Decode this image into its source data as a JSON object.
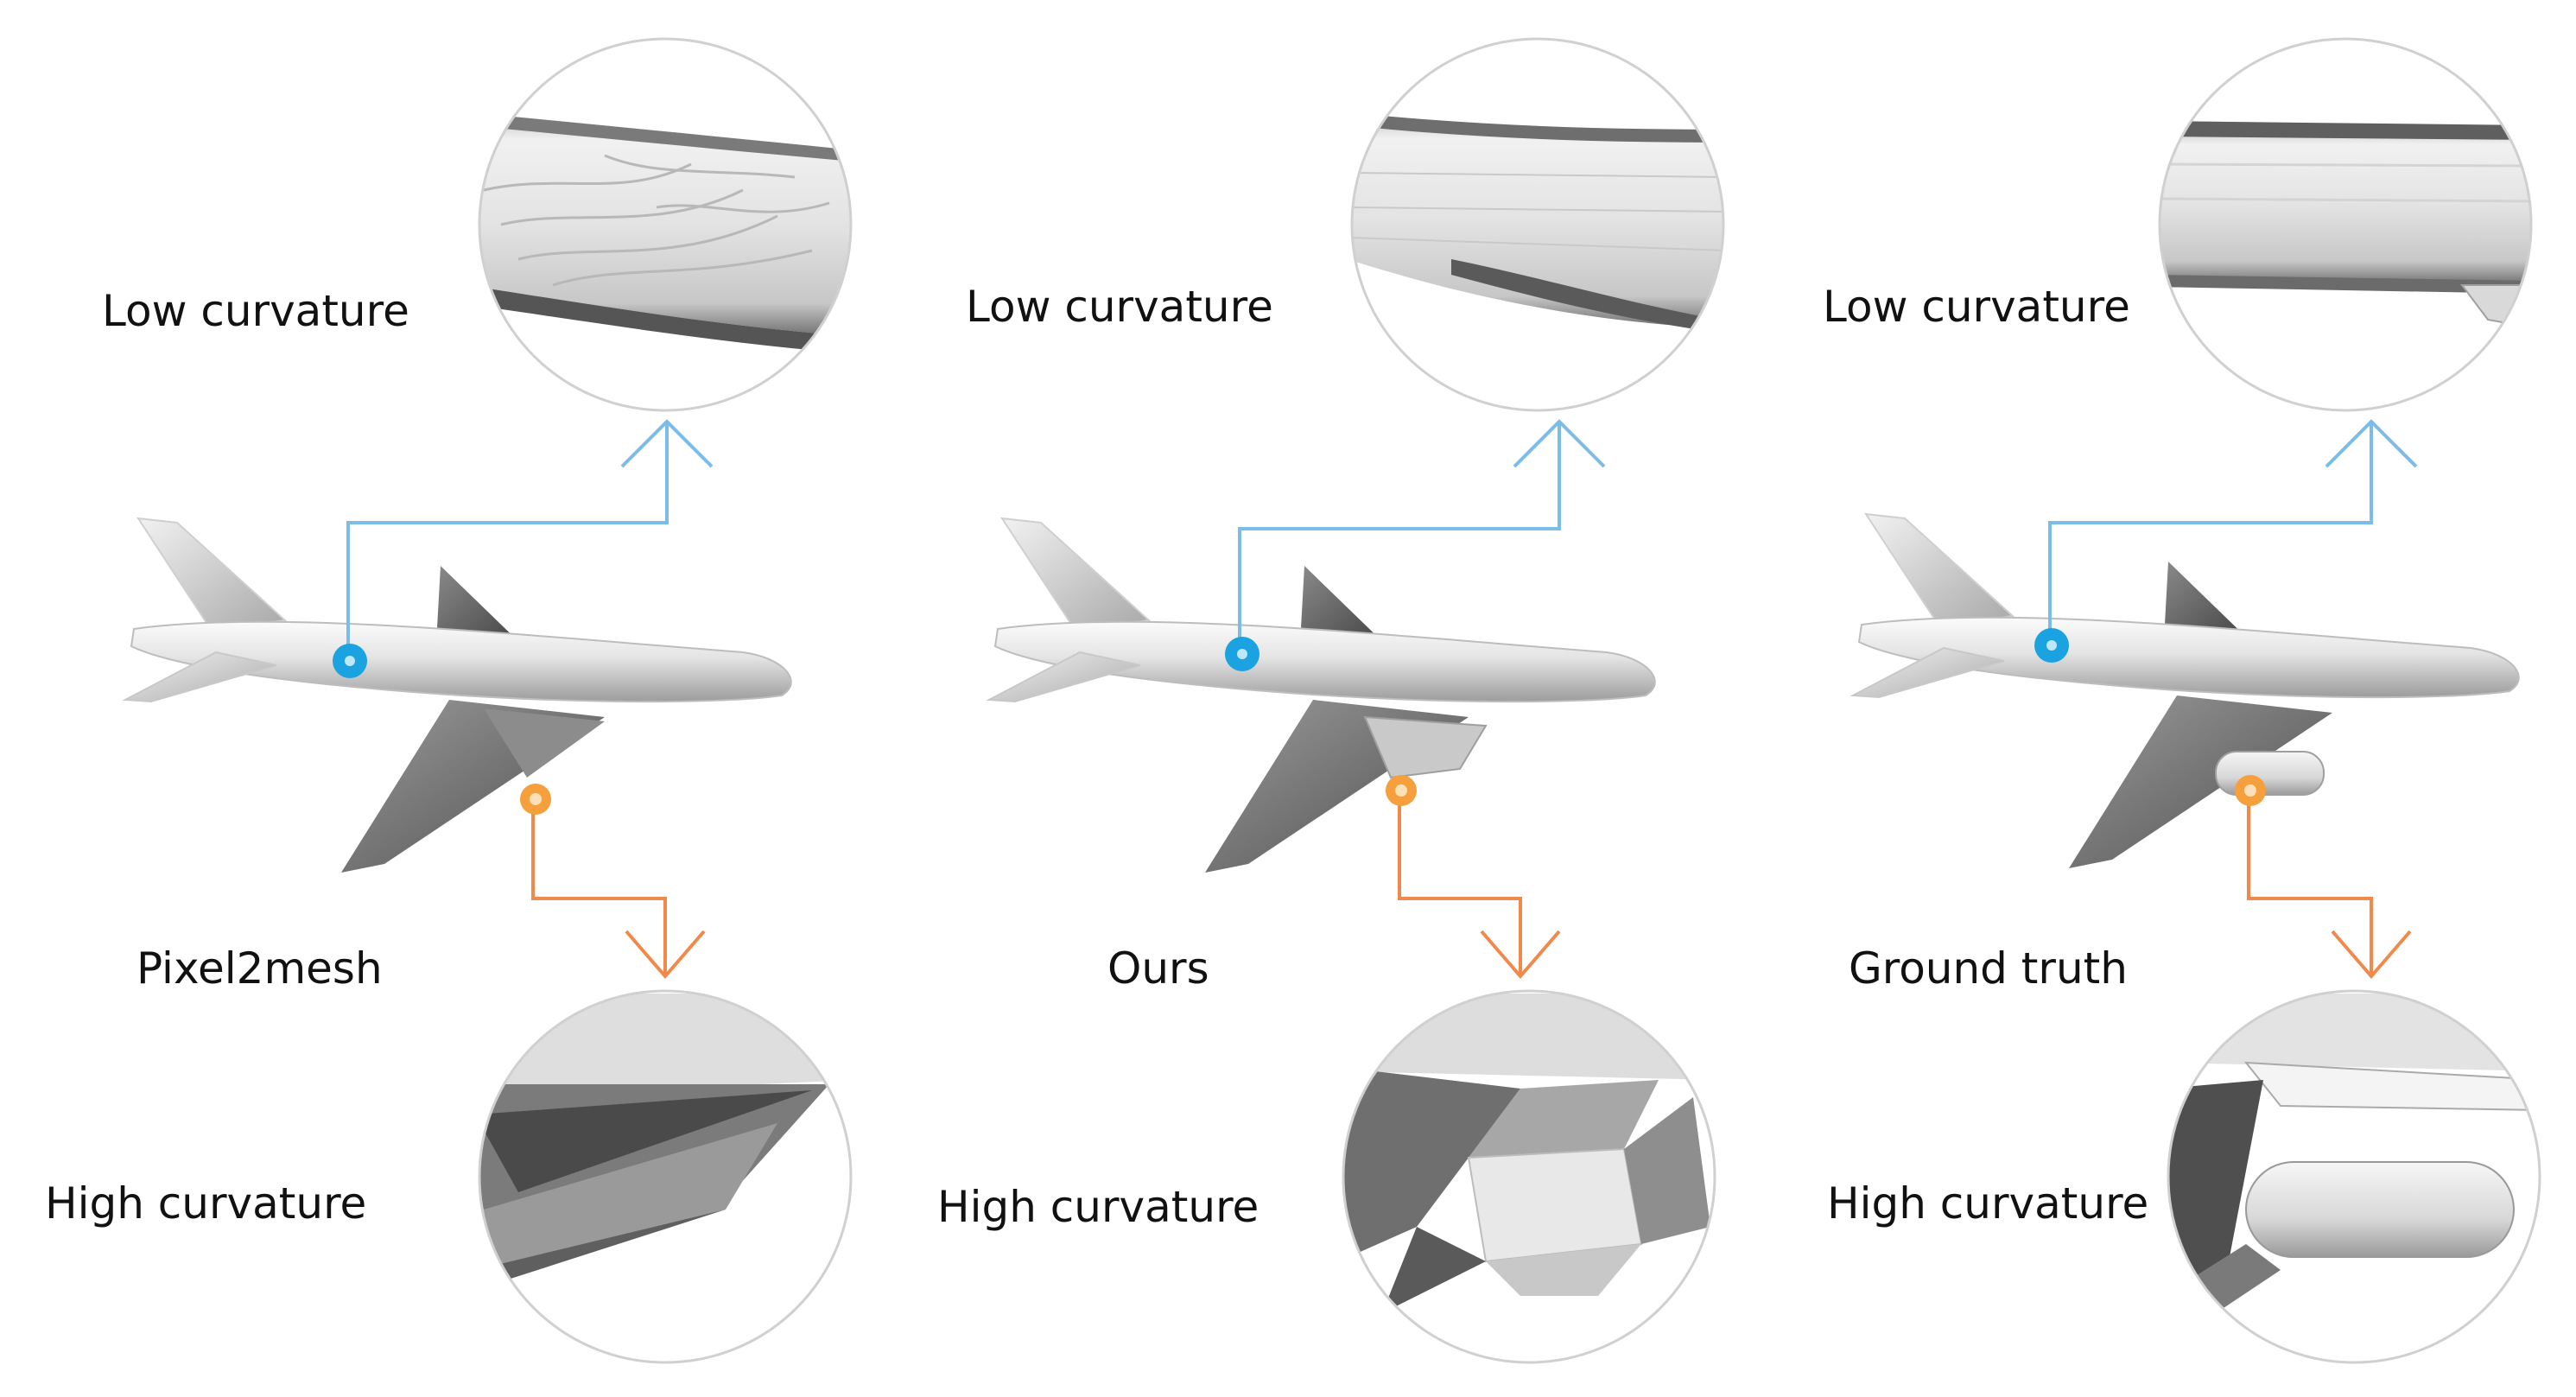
{
  "panels": [
    {
      "method": "Pixel2mesh",
      "low_label": "Low curvature",
      "high_label": "High curvature"
    },
    {
      "method": "Ours",
      "low_label": "Low curvature",
      "high_label": "High curvature"
    },
    {
      "method": "Ground truth",
      "low_label": "Low curvature",
      "high_label": "High curvature"
    }
  ],
  "colors": {
    "low_curvature_marker": "#1aa3e0",
    "high_curvature_marker": "#f5a03c",
    "low_arrow": "#7cbce8",
    "high_arrow": "#f0894a",
    "circle_border": "#d0d0d0"
  }
}
